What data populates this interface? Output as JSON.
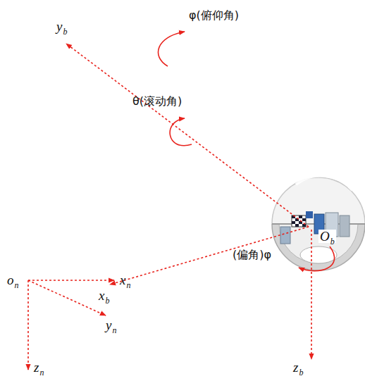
{
  "diagram": {
    "labels": [
      "y",
      "b",
      "φ(俯仰角)",
      "θ(滚动角)",
      "x",
      "b",
      "O",
      "b",
      "(偏角)φ",
      "z",
      "b",
      "o",
      "n",
      "x",
      "n",
      "y",
      "n",
      "z",
      "n"
    ]
  }
}
